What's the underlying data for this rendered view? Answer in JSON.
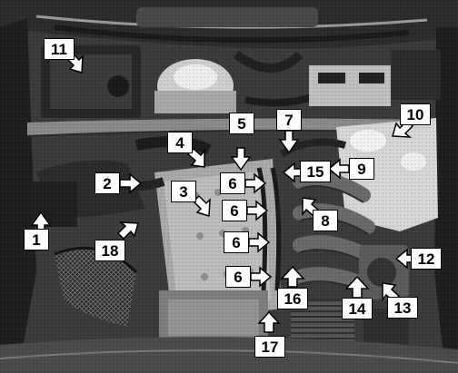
{
  "callouts": [
    {
      "label": "1",
      "arrow": "up"
    },
    {
      "label": "2",
      "arrow": "right"
    },
    {
      "label": "3",
      "arrow": "down-right"
    },
    {
      "label": "4",
      "arrow": "down-right"
    },
    {
      "label": "5",
      "arrow": "down"
    },
    {
      "label": "6",
      "arrow": "right"
    },
    {
      "label": "6",
      "arrow": "right"
    },
    {
      "label": "6",
      "arrow": "right"
    },
    {
      "label": "6",
      "arrow": "right"
    },
    {
      "label": "7",
      "arrow": "down"
    },
    {
      "label": "8",
      "arrow": "up-left"
    },
    {
      "label": "9",
      "arrow": "left"
    },
    {
      "label": "10",
      "arrow": "down-left"
    },
    {
      "label": "11",
      "arrow": "down-right"
    },
    {
      "label": "12",
      "arrow": "left"
    },
    {
      "label": "13",
      "arrow": "up-left"
    },
    {
      "label": "14",
      "arrow": "up"
    },
    {
      "label": "15",
      "arrow": "left"
    },
    {
      "label": "16",
      "arrow": "up"
    },
    {
      "label": "17",
      "arrow": "up"
    },
    {
      "label": "18",
      "arrow": "up-right"
    }
  ]
}
